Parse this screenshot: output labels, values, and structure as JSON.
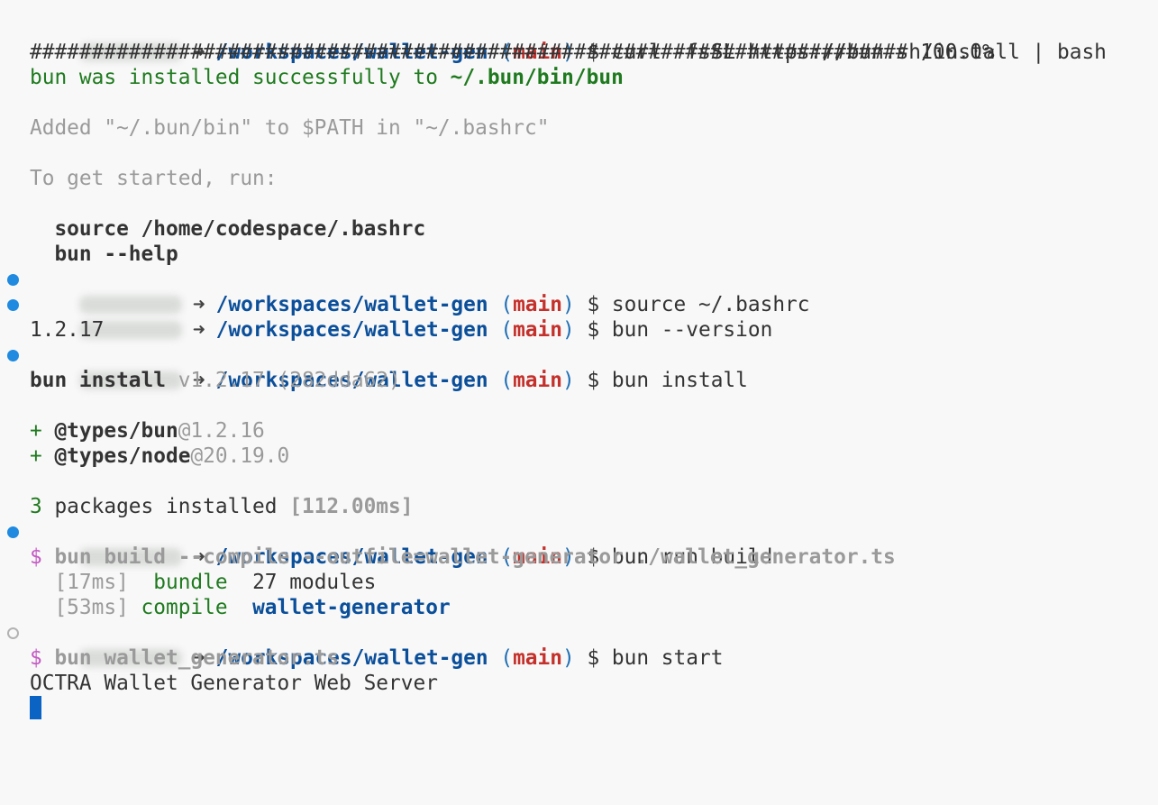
{
  "terminal": {
    "prompt": {
      "arrow": "➜",
      "path": "/workspaces/wallet-gen",
      "paren_open": "(",
      "branch": "main",
      "paren_close": ")",
      "symbol": "$"
    },
    "lines": {
      "l01": {
        "command": "curl -fsSL https://bun.sh/install | bash"
      },
      "l02": {
        "hashes": "#######################################################################",
        "percent": " 100.0%"
      },
      "l03": {
        "text": "bun was installed successfully to ",
        "path": "~/.bun/bin/bun"
      },
      "l05": {
        "text": "Added \"~/.bun/bin\" to $PATH in \"~/.bashrc\""
      },
      "l07": {
        "text": "To get started, run:"
      },
      "l09": {
        "text": "  source /home/codespace/.bashrc"
      },
      "l10": {
        "text": "  bun --help"
      },
      "l11": {
        "command": "source ~/.bashrc"
      },
      "l12": {
        "command": "bun --version"
      },
      "l13": {
        "text": "1.2.17"
      },
      "l14": {
        "command": "bun install"
      },
      "l15": {
        "bold": "bun install",
        "muted": " v1.2.17 (282dda62)"
      },
      "l17": {
        "plus": "+ ",
        "pkg": "@types/bun",
        "version": "@1.2.16"
      },
      "l18": {
        "plus": "+ ",
        "pkg": "@types/node",
        "version": "@20.19.0"
      },
      "l20": {
        "count": "3",
        "text": " packages installed ",
        "time": "[112.00ms]"
      },
      "l21": {
        "command": "bun run build"
      },
      "l22": {
        "dollar": "$ ",
        "text": "bun build --compile --outfile=wallet-generator ./wallet_generator.ts"
      },
      "l23": {
        "time": "  [17ms]",
        "step": "  bundle",
        "detail": "  27 modules"
      },
      "l24": {
        "time": "  [53ms]",
        "step": " compile",
        "detail": "  wallet-generator"
      },
      "l25": {
        "command": "bun start"
      },
      "l26": {
        "dollar": "$ ",
        "text": "bun wallet_generator.ts"
      },
      "l27": {
        "text": "OCTRA Wallet Generator Web Server"
      }
    }
  },
  "colors": {
    "background": "#f8f8f8",
    "path": "#0b4f9a",
    "branch": "#c4302b",
    "success": "#1f7a1f",
    "muted": "#9a9a9a",
    "script_dollar": "#c35ac3",
    "decoration_active": "#1f8ae0",
    "cursor": "#0b63c4"
  }
}
